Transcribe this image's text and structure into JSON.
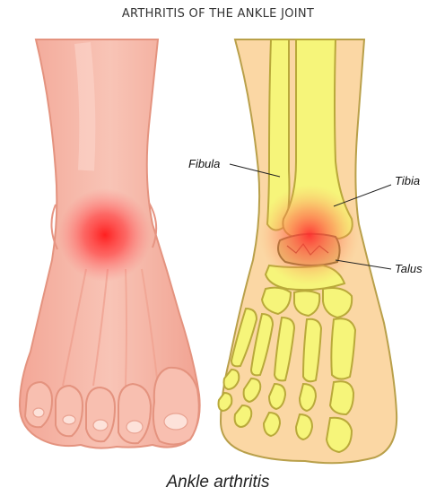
{
  "title": "ARTHRITIS OF THE ANKLE JOINT",
  "labels": {
    "fibula": "Fibula",
    "tibia": "Tibia",
    "talus": "Talus"
  },
  "caption": "Ankle arthritis",
  "colors": {
    "skin": "#f6b8a8",
    "skin_outline": "#e89a8a",
    "bone": "#f6f57a",
    "bone_outline": "#b9a93a",
    "soft_tissue": "#fbd39a",
    "inflammation": "#ff2a2a"
  }
}
